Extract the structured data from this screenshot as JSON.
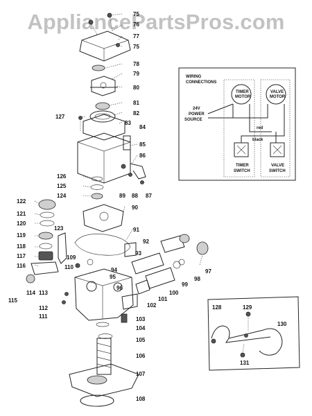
{
  "watermark": "AppliancePartsPros.com",
  "wiring": {
    "title_line1": "WIRING",
    "title_line2": "CONNECTIONS",
    "timer_motor_1": "TIMER",
    "timer_motor_2": "MOTOR",
    "valve_motor_1": "VALVE",
    "valve_motor_2": "MOTOR",
    "power_1": "24V",
    "power_2": "POWER",
    "power_3": "SOURCE",
    "wire_red": "red",
    "wire_black": "black",
    "timer_switch_1": "TIMER",
    "timer_switch_2": "SWITCH",
    "valve_switch_1": "VALVE",
    "valve_switch_2": "SWITCH"
  },
  "callouts": [
    {
      "id": "75a",
      "text": "75"
    },
    {
      "id": "76",
      "text": "76"
    },
    {
      "id": "77",
      "text": "77"
    },
    {
      "id": "75b",
      "text": "75"
    },
    {
      "id": "78",
      "text": "78"
    },
    {
      "id": "79",
      "text": "79"
    },
    {
      "id": "80",
      "text": "80"
    },
    {
      "id": "81",
      "text": "81"
    },
    {
      "id": "127",
      "text": "127"
    },
    {
      "id": "82",
      "text": "82"
    },
    {
      "id": "83",
      "text": "83"
    },
    {
      "id": "84",
      "text": "84"
    },
    {
      "id": "85",
      "text": "85"
    },
    {
      "id": "86",
      "text": "86"
    },
    {
      "id": "126",
      "text": "126"
    },
    {
      "id": "125",
      "text": "125"
    },
    {
      "id": "124",
      "text": "124"
    },
    {
      "id": "89",
      "text": "89"
    },
    {
      "id": "88",
      "text": "88"
    },
    {
      "id": "87",
      "text": "87"
    },
    {
      "id": "90",
      "text": "90"
    },
    {
      "id": "122",
      "text": "122"
    },
    {
      "id": "121",
      "text": "121"
    },
    {
      "id": "120",
      "text": "120"
    },
    {
      "id": "123",
      "text": "123"
    },
    {
      "id": "91",
      "text": "91"
    },
    {
      "id": "119",
      "text": "119"
    },
    {
      "id": "92",
      "text": "92"
    },
    {
      "id": "118",
      "text": "118"
    },
    {
      "id": "93",
      "text": "93"
    },
    {
      "id": "117",
      "text": "117"
    },
    {
      "id": "116",
      "text": "116"
    },
    {
      "id": "109",
      "text": "109"
    },
    {
      "id": "110",
      "text": "110"
    },
    {
      "id": "94",
      "text": "94"
    },
    {
      "id": "97",
      "text": "97"
    },
    {
      "id": "95",
      "text": "95"
    },
    {
      "id": "98",
      "text": "98"
    },
    {
      "id": "99",
      "text": "99"
    },
    {
      "id": "96",
      "text": "96"
    },
    {
      "id": "100",
      "text": "100"
    },
    {
      "id": "101",
      "text": "101"
    },
    {
      "id": "114",
      "text": "114"
    },
    {
      "id": "113",
      "text": "113"
    },
    {
      "id": "115",
      "text": "115"
    },
    {
      "id": "102",
      "text": "102"
    },
    {
      "id": "112",
      "text": "112"
    },
    {
      "id": "111",
      "text": "111"
    },
    {
      "id": "103",
      "text": "103"
    },
    {
      "id": "104",
      "text": "104"
    },
    {
      "id": "105",
      "text": "105"
    },
    {
      "id": "106",
      "text": "106"
    },
    {
      "id": "107",
      "text": "107"
    },
    {
      "id": "108",
      "text": "108"
    },
    {
      "id": "128",
      "text": "128"
    },
    {
      "id": "129",
      "text": "129"
    },
    {
      "id": "130",
      "text": "130"
    },
    {
      "id": "131",
      "text": "131"
    }
  ]
}
